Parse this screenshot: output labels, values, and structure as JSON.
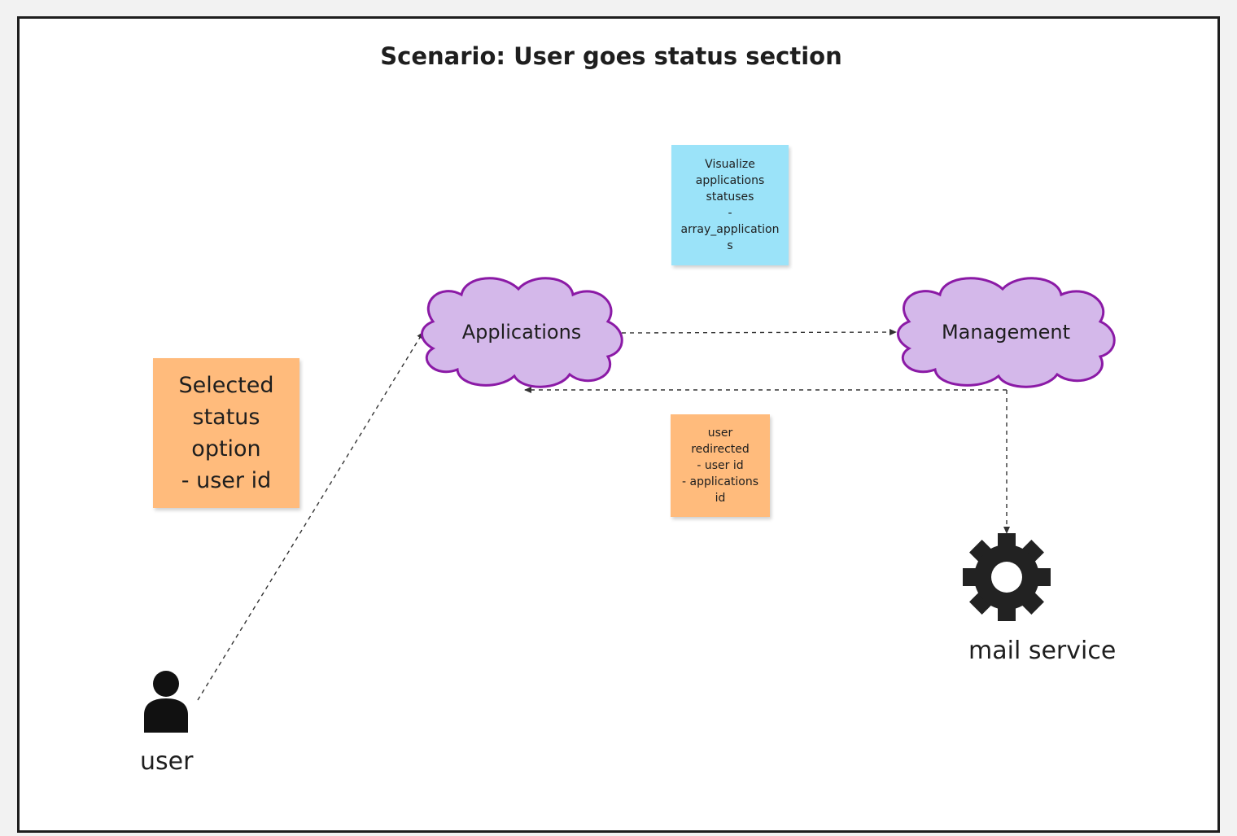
{
  "title": "Scenario: User goes status section",
  "notes": {
    "visualize": {
      "lines": [
        "Visualize",
        "applications",
        "statuses",
        "-",
        "array_application",
        "s"
      ],
      "color": "#9be3f9"
    },
    "selected": {
      "lines": [
        "Selected",
        "status",
        "option",
        "- user id"
      ],
      "color": "#ffbb7c"
    },
    "redirected": {
      "lines": [
        "user",
        "redirected",
        "- user id",
        "- applications",
        "id"
      ],
      "color": "#ffbb7c"
    }
  },
  "nodes": {
    "applications": {
      "label": "Applications",
      "fill": "#d4b8ea",
      "stroke": "#8b1aa6"
    },
    "management": {
      "label": "Management",
      "fill": "#d4b8ea",
      "stroke": "#8b1aa6"
    },
    "user": {
      "label": "user",
      "icon": "person-icon"
    },
    "mail_service": {
      "label": "mail service",
      "icon": "gear-icon"
    }
  },
  "colors": {
    "frame": "#1e1e1e",
    "connector": "#333333"
  }
}
